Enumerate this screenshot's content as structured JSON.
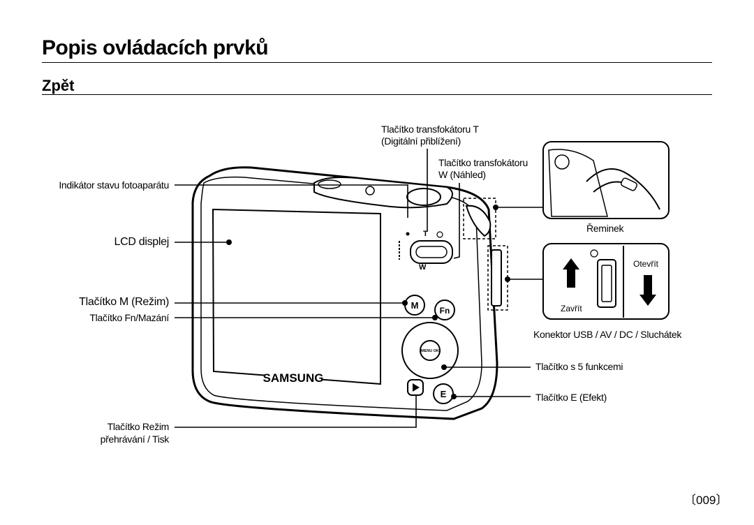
{
  "page": {
    "title": "Popis ovládacích prvků",
    "section": "Zpět",
    "page_number": "009"
  },
  "labels": {
    "zoom_t_line1": "Tlačítko transfokátoru T",
    "zoom_t_line2": "(Digitální přiblížení)",
    "zoom_w_line1": "Tlačítko transfokátoru",
    "zoom_w_line2": "W (Náhled)",
    "status_indicator": "Indikátor stavu fotoaparátu",
    "lcd": "LCD displej",
    "mode_button": "Tlačítko M (Režim)",
    "fn_button": "Tlačítko Fn/Mazání",
    "strap": "Řeminek",
    "connector": "Konektor USB / AV / DC / Sluchátek",
    "five_function": "Tlačítko s 5 funkcemi",
    "e_button": "Tlačítko E (Efekt)",
    "playback_line1": "Tlačítko Režim",
    "playback_line2": "přehrávání / Tisk"
  },
  "camera": {
    "brand": "SAMSUNG",
    "btn_m": "M",
    "btn_fn": "Fn",
    "btn_e": "E",
    "menu_ok": "MENU OK",
    "zoom_t": "T",
    "zoom_w": "W"
  },
  "inset": {
    "open": "Otevřít",
    "close": "Zavřít"
  }
}
